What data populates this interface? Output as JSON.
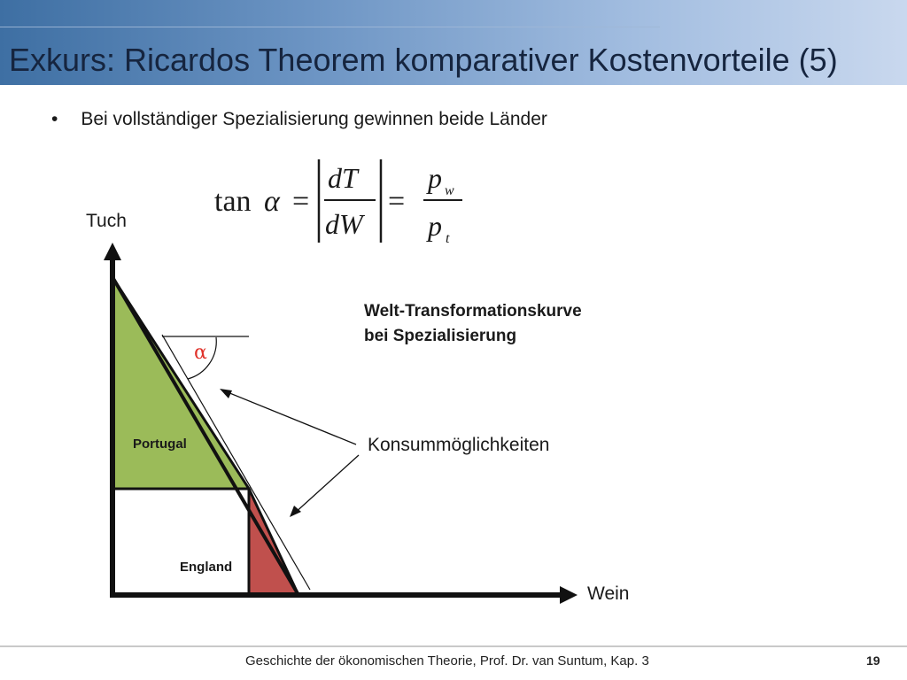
{
  "slide": {
    "title": "Exkurs: Ricardos Theorem komparativer Kostenvorteile (5)",
    "bullet": "Bei vollständiger Spezialisierung gewinnen beide Länder"
  },
  "formula": {
    "lhs": "tan",
    "alpha": "α",
    "num": "dT",
    "den": "dW",
    "pw": "p",
    "pw_sub": "w",
    "pt": "p",
    "pt_sub": "t"
  },
  "diagram": {
    "y_axis_label": "Tuch",
    "x_axis_label": "Wein",
    "angle_label": "α",
    "region_portugal": "Portugal",
    "region_england": "England",
    "curve_label_line1": "Welt-Transformationskurve",
    "curve_label_line2": "bei Spezialisierung",
    "consumption_label": "Konsummöglichkeiten",
    "colors": {
      "portugal_fill": "#9bbb59",
      "england_fill": "#c0504d",
      "alpha_color": "#e0322a"
    }
  },
  "footer": {
    "text": "Geschichte der ökonomischen Theorie, Prof. Dr. van Suntum, Kap. 3",
    "page": "19"
  }
}
